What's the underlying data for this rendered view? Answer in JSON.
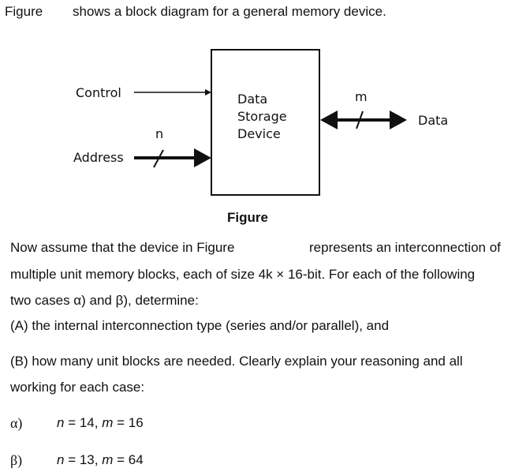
{
  "intro": {
    "figure_ref": "Figure",
    "text": "shows a block diagram for a general memory device."
  },
  "diagram": {
    "control_label": "Control",
    "address_label": "Address",
    "address_bus_width": "n",
    "device_lines": [
      "Data",
      "Storage",
      "Device"
    ],
    "data_bus_width": "m",
    "data_label": "Data"
  },
  "caption": "Figure",
  "paragraph": {
    "line1_a": "Now assume that the device in Figure",
    "line1_b": "represents an interconnection of",
    "line2": "multiple unit memory blocks, each of size 4k × 16-bit. For each of the following",
    "line3": "two cases α) and β), determine:",
    "item_a": "(A) the internal interconnection type (series and/or parallel), and",
    "item_b_line1": "(B) how many unit blocks are needed. Clearly explain your reasoning and all",
    "item_b_line2": "working for each case:"
  },
  "cases": [
    {
      "label": "α)",
      "n_var": "n",
      "n_val": " = 14, ",
      "m_var": "m",
      "m_val": " = 16"
    },
    {
      "label": "β)",
      "n_var": "n",
      "n_val": " = 13, ",
      "m_var": "m",
      "m_val": " = 64"
    }
  ]
}
